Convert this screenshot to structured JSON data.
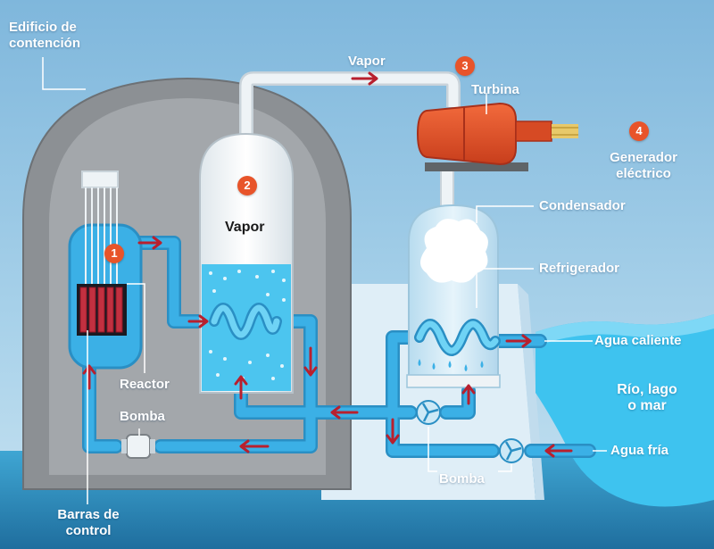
{
  "labels": {
    "containment": "Edificio de\ncontención",
    "vapor_pipe": "Vapor",
    "turbine": "Turbina",
    "generator": "Generador\neléctrico",
    "steam_generator_vapor": "Vapor",
    "condenser": "Condensador",
    "refrigerator": "Refrigerador",
    "hot_water": "Agua caliente",
    "river": "Río, lago\no mar",
    "cold_water": "Agua fría",
    "reactor": "Reactor",
    "pump_left": "Bomba",
    "pump_bottom": "Bomba",
    "control_rods": "Barras de\ncontrol"
  },
  "badges": {
    "b1": "1",
    "b2": "2",
    "b3": "3",
    "b4": "4"
  },
  "colors": {
    "sky": "#8cc0e0",
    "building": "#8c9094",
    "building_inner": "#a3a7ab",
    "pipe_blue": "#3bb0e6",
    "water": "#4cc5ef",
    "steam_pipe": "#eef3f6",
    "turbine": "#e8542a",
    "arrow": "#b8202e",
    "badge": "#e8542a",
    "sea": "#3ec3ef"
  }
}
